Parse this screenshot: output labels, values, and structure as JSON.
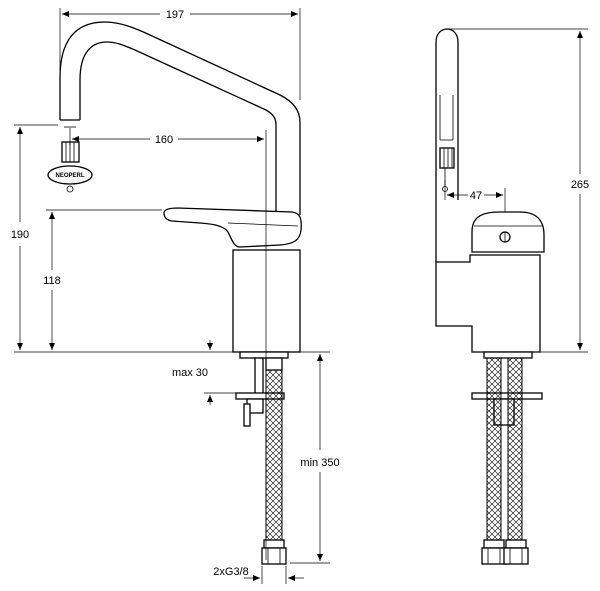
{
  "dimensions": {
    "overall_width": "197",
    "spout_reach": "160",
    "overall_height": "190",
    "body_height": "118",
    "max_deck": "max 30",
    "hose_length": "min 350",
    "connection": "2xG3/8",
    "lever_offset": "47",
    "side_height": "265"
  },
  "aerator": {
    "brand": "NEOPERL"
  }
}
